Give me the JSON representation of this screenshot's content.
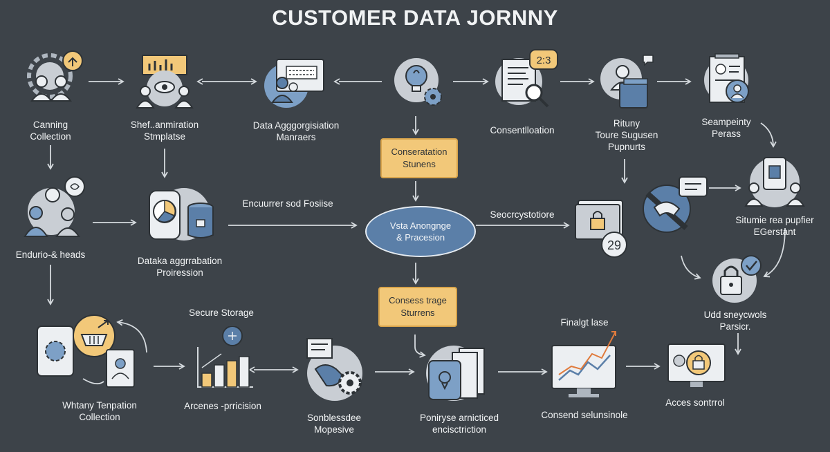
{
  "title": "CUSTOMER DATA JORNNY",
  "nodes": {
    "canning": [
      "Canning",
      "Collection"
    ],
    "shef": [
      "Shef..anmiration",
      "Stmplatse"
    ],
    "aggr": [
      "Data Agggorgisiation",
      "Manraers"
    ],
    "consentil": [
      "Consentlloation"
    ],
    "ritunty": [
      "Rituny",
      "Toure Sugusen",
      "Pupnurts"
    ],
    "seampeinty": [
      "Seampeinty",
      "Perass"
    ],
    "endurio": [
      "Endurio-& heads"
    ],
    "dataka": [
      "Dataka aggrrabation",
      "Proiression"
    ],
    "situmie": [
      "Situmie rea pupfier",
      "EGerstant"
    ],
    "secure": [
      "Secure Storage"
    ],
    "whtany": [
      "Whtany Tenpation",
      "Collection"
    ],
    "arcenes": [
      "Arcenes -prricision"
    ],
    "sonbles": [
      "Sonblessdee",
      "Mopesive"
    ],
    "poniryse": [
      "Poniryse arnicticed",
      "encisctriction"
    ],
    "consend": [
      "Consend selunsinole"
    ],
    "finalgt": [
      "Finalgt lase"
    ],
    "acces": [
      "Acces sontrrol"
    ],
    "udd": [
      "Udd sneycwols",
      "Parsicr."
    ]
  },
  "boxes": {
    "conservation": [
      "Conseratation",
      "Stunens"
    ],
    "consess": [
      "Consess trage",
      "Sturrens"
    ]
  },
  "oval": [
    "Vsta Anongnge",
    "& Pracesion"
  ],
  "edge_labels": {
    "encuurer": "Encuurrer sod Fosiise",
    "seocry": "Seocrcystotiore"
  },
  "badges": {
    "doc_badge": "2:3",
    "lock_badge": "29"
  },
  "colors": {
    "background": "#3d4349",
    "accent_yellow": "#f2c879",
    "accent_blue": "#5b7fa8",
    "icon_circle": "#c9ced4",
    "arrow": "#d5dade"
  }
}
